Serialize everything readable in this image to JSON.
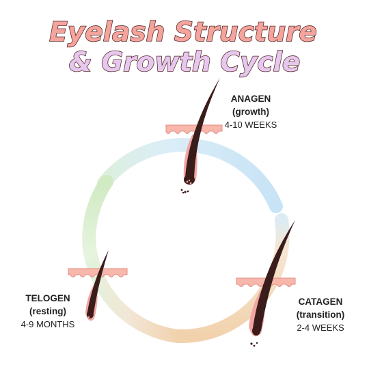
{
  "title": {
    "line1": "Eyelash Structure",
    "line2": "& Growth Cycle",
    "line1_color": "#f4a49c",
    "line2_color": "#e6c8ee",
    "outline_color": "#5a2a2a"
  },
  "phases": [
    {
      "id": "anagen",
      "name": "ANAGEN",
      "subtitle": "(growth)",
      "duration": "4-10 WEEKS",
      "arc_color": "#c7e3f5"
    },
    {
      "id": "catagen",
      "name": "CATAGEN",
      "subtitle": "(transition)",
      "duration": "2-4 WEEKS",
      "arc_color": "#f3d6b4"
    },
    {
      "id": "telogen",
      "name": "TELOGEN",
      "subtitle": "(resting)",
      "duration": "4-9 MONTHS",
      "arc_color": "#d4ecc8"
    }
  ],
  "colors": {
    "skin": "#f7b7aa",
    "skin_edge": "#e08d86",
    "lash": "#3a1c1a",
    "follicle": "#f1a6a2"
  }
}
